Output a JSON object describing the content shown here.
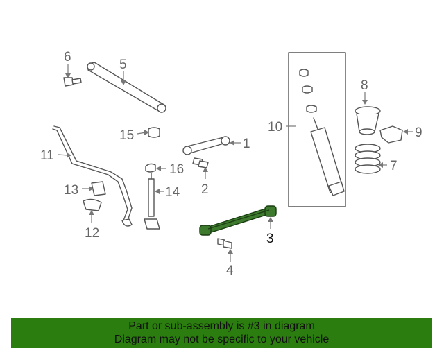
{
  "callouts": {
    "c1": "1",
    "c2": "2",
    "c3": "3",
    "c4": "4",
    "c5": "5",
    "c6": "6",
    "c7": "7",
    "c8": "8",
    "c9": "9",
    "c10": "10",
    "c11": "11",
    "c12": "12",
    "c13": "13",
    "c14": "14",
    "c15": "15",
    "c16": "16"
  },
  "highlighted_part": "3",
  "colors": {
    "banner": "#2a7d0e",
    "highlight": "#3d7a2d"
  },
  "banner": {
    "line1": "Part or sub-assembly is #3 in diagram",
    "line2": "Diagram may not be specific to your vehicle"
  }
}
